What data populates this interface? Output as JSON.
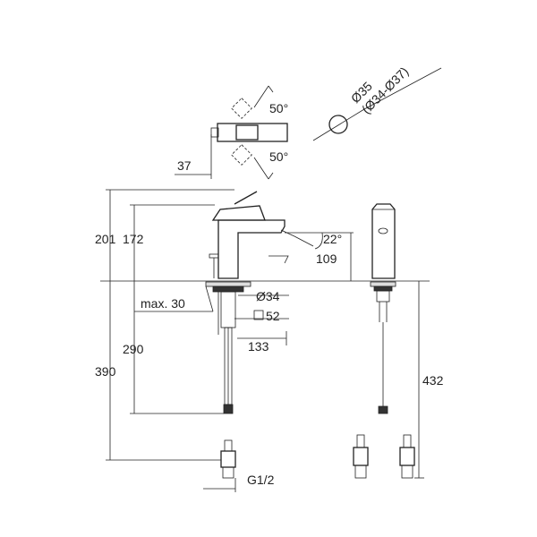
{
  "dimensions": {
    "top_angle_upper": "50°",
    "top_angle_lower": "50°",
    "top_offset": "37",
    "hole_diameter": "Ø35",
    "hole_range": "(Ø34-Ø37)",
    "total_height": "201",
    "spout_height": "172",
    "spout_angle": "22°",
    "spout_depth": "109",
    "max_thickness": "max. 30",
    "base_diameter": "Ø34",
    "base_square": "52",
    "spout_reach": "133",
    "rod_length": "290",
    "hose_length": "390",
    "side_hose_length": "432",
    "thread": "G1/2"
  }
}
